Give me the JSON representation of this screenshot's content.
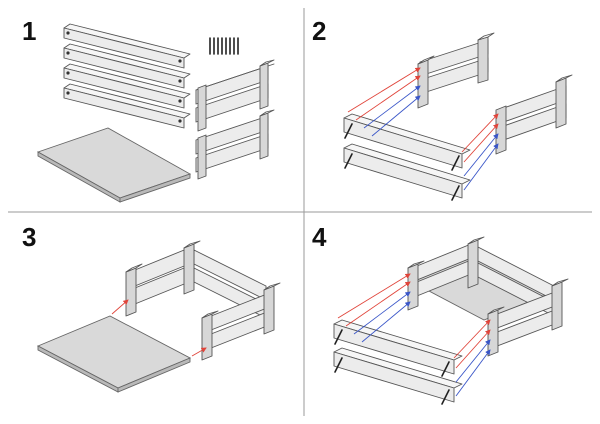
{
  "steps": [
    {
      "label": "1"
    },
    {
      "label": "2"
    },
    {
      "label": "3"
    },
    {
      "label": "4"
    }
  ],
  "colors": {
    "arrow_front": "#e0443a",
    "arrow_back": "#3a56c8",
    "divider": "#9a9a9a"
  },
  "icons": {
    "screws": "screws-icon"
  }
}
